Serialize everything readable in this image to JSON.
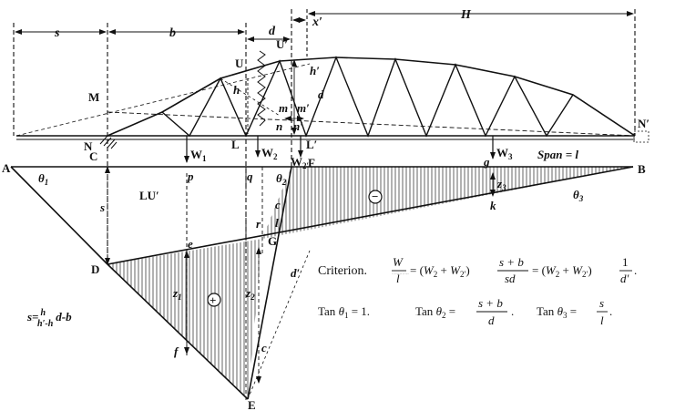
{
  "figure": {
    "point_labels": {
      "A": "A",
      "B": "B",
      "C": "C",
      "D": "D",
      "E": "E",
      "F": "F",
      "G": "G",
      "L": "L",
      "L_prime": "L′",
      "M": "M",
      "N": "N",
      "N_prime": "N′",
      "U": "U",
      "U_prime": "U′",
      "m": "m",
      "m_prime": "m′",
      "n": "n",
      "n_prime": "n′",
      "p": "p",
      "q": "q",
      "r": "r",
      "e": "e",
      "f": "f",
      "g": "g",
      "k": "k",
      "c_upper": "c",
      "c_lower": "c",
      "l_small": "l",
      "h": "h",
      "h_prime": "h′",
      "d_small": "d"
    },
    "loads": {
      "W1": "W",
      "W1_sub": "1",
      "W2": "W",
      "W2_sub": "2",
      "W2p": "W",
      "W2p_sub": "2′",
      "W3": "W",
      "W3_sub": "3"
    },
    "dimensions": {
      "s": "s",
      "b": "b",
      "d": "d",
      "x_prime": "x′",
      "H": "H"
    },
    "span_label": "Span = l",
    "angles": {
      "theta1": "θ1",
      "theta2": "θ2",
      "theta3": "θ3"
    },
    "ordinates": {
      "s_vert": "s",
      "z1": "z1",
      "z2": "z2",
      "z3": "z3",
      "d_prime": "d′"
    },
    "influence_line_label": "LU′",
    "signs": {
      "plus": "+",
      "minus": "−"
    },
    "formula_s": "s = h/(h′−h) d − b",
    "criterion": {
      "label": "Criterion.",
      "equation": "W/l = (W2 + W2′)(s + b)/sd = (W2 + W2′) 1/d′."
    },
    "tangents": {
      "tan1": "Tan θ1 = 1.",
      "tan2": "Tan θ2 = (s + b)/d.",
      "tan3": "Tan θ3 = s/l."
    }
  }
}
